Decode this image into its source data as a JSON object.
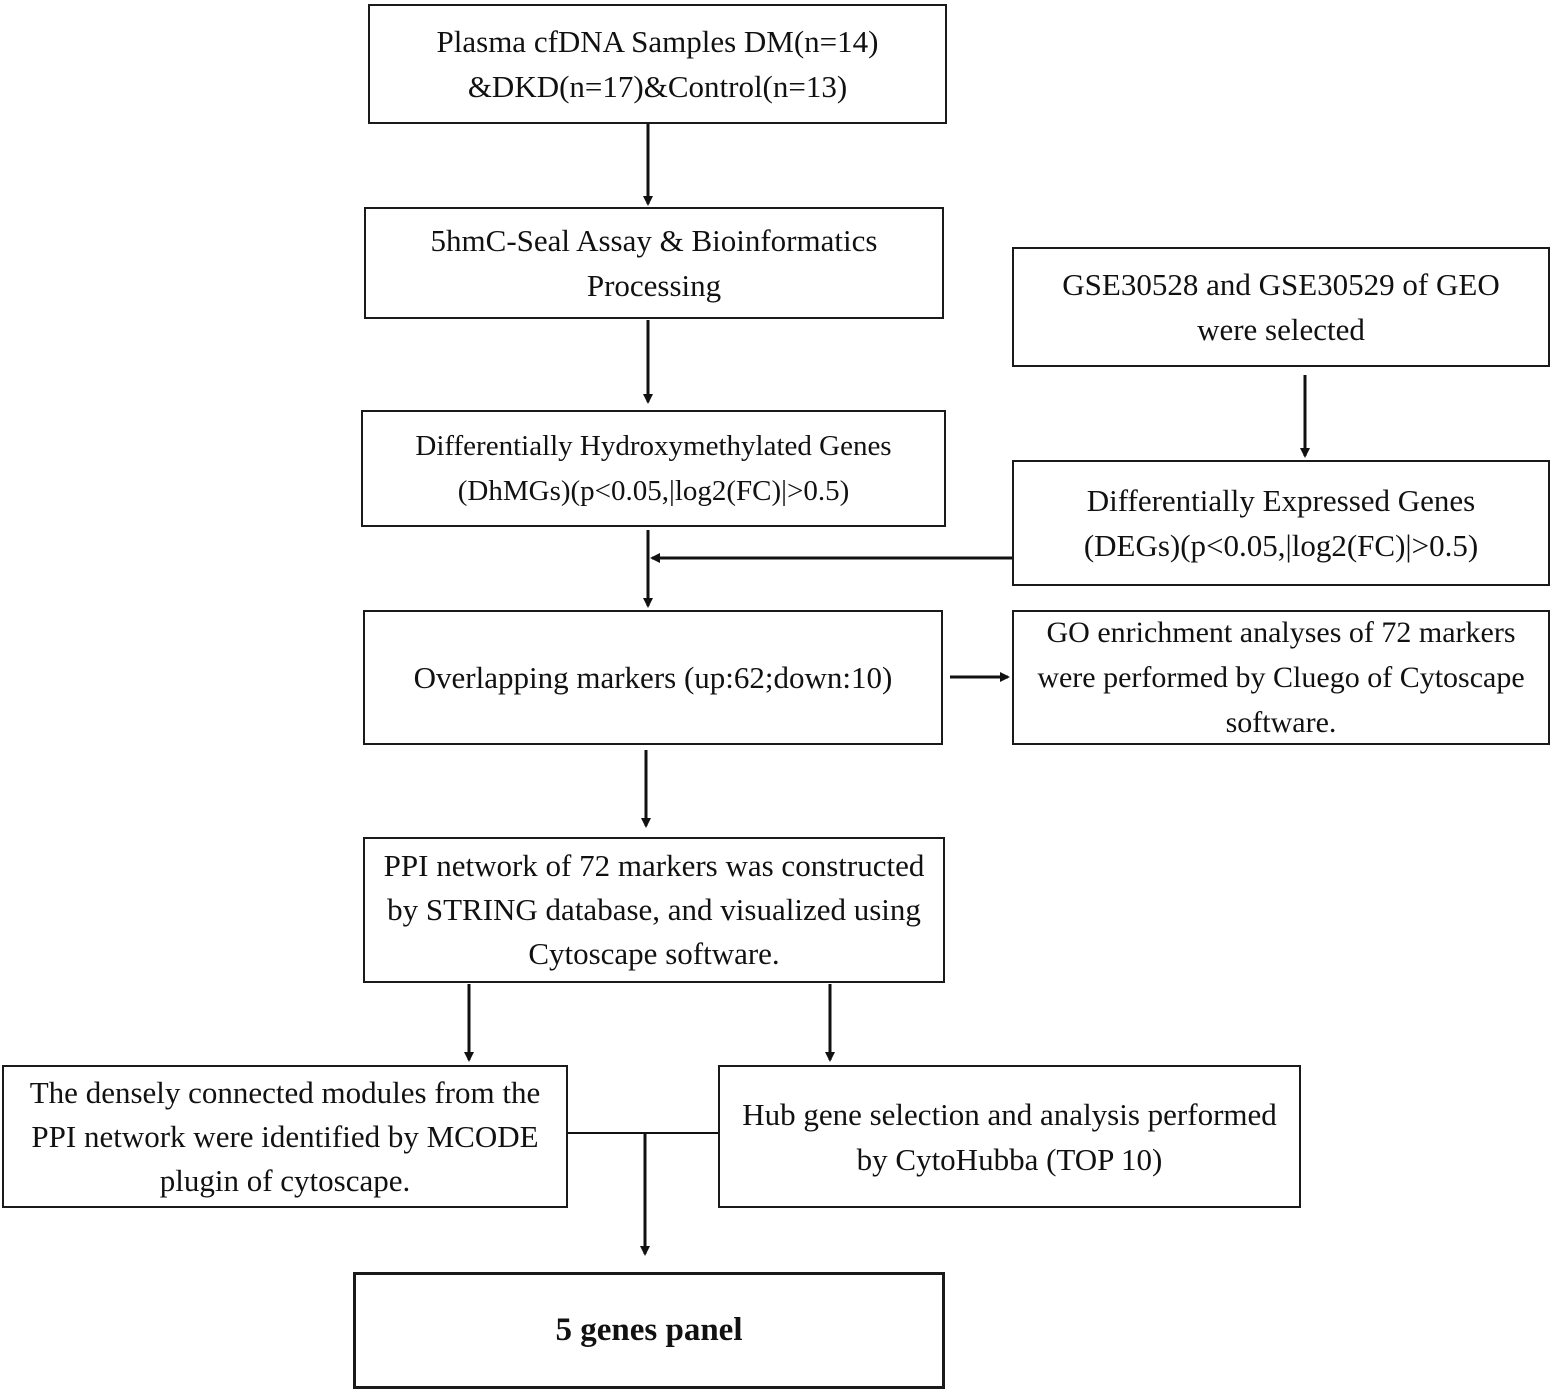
{
  "nodes": {
    "samples": {
      "lines": [
        "Plasma cfDNA Samples DM(n=14)",
        "&DKD(n=17)&Control(n=13)"
      ]
    },
    "assay": {
      "lines": [
        "5hmC-Seal Assay & Bioinformatics",
        "Processing"
      ]
    },
    "geo": {
      "lines": [
        "GSE30528 and GSE30529 of GEO",
        "were selected"
      ]
    },
    "dhmgs": {
      "lines": [
        "Differentially Hydroxymethylated Genes",
        "(DhMGs)(p<0.05,|log2(FC)|>0.5)"
      ]
    },
    "degs": {
      "lines": [
        "Differentially Expressed Genes",
        "(DEGs)(p<0.05,|log2(FC)|>0.5)"
      ]
    },
    "overlap": {
      "lines": [
        "Overlapping markers (up:62;down:10)"
      ]
    },
    "go": {
      "lines": [
        "GO enrichment analyses of 72 markers",
        "were performed by Cluego of Cytoscape",
        "software."
      ]
    },
    "ppi": {
      "lines": [
        "PPI network of 72 markers was constructed",
        "by STRING database, and visualized using",
        "Cytoscape software."
      ]
    },
    "mcode": {
      "lines": [
        "The densely connected modules from the",
        "PPI network were identified by MCODE",
        "plugin of cytoscape."
      ]
    },
    "hub": {
      "lines": [
        "Hub gene selection and analysis performed",
        "by CytoHubba (TOP 10)"
      ]
    },
    "panel": {
      "lines": [
        "5 genes panel"
      ]
    }
  },
  "edges": [
    {
      "from": "samples",
      "to": "assay",
      "style": "arrow"
    },
    {
      "from": "assay",
      "to": "dhmgs",
      "style": "arrow"
    },
    {
      "from": "geo",
      "to": "degs",
      "style": "arrow"
    },
    {
      "from": "dhmgs",
      "to": "overlap",
      "style": "arrow"
    },
    {
      "from": "degs",
      "to": "overlap",
      "style": "arrow"
    },
    {
      "from": "overlap",
      "to": "go",
      "style": "arrow"
    },
    {
      "from": "overlap",
      "to": "ppi",
      "style": "arrow"
    },
    {
      "from": "ppi",
      "to": "mcode",
      "style": "arrow"
    },
    {
      "from": "ppi",
      "to": "hub",
      "style": "arrow"
    },
    {
      "from": "mcode",
      "to": "panel",
      "style": "line-join"
    },
    {
      "from": "hub",
      "to": "panel",
      "style": "line-join"
    }
  ]
}
